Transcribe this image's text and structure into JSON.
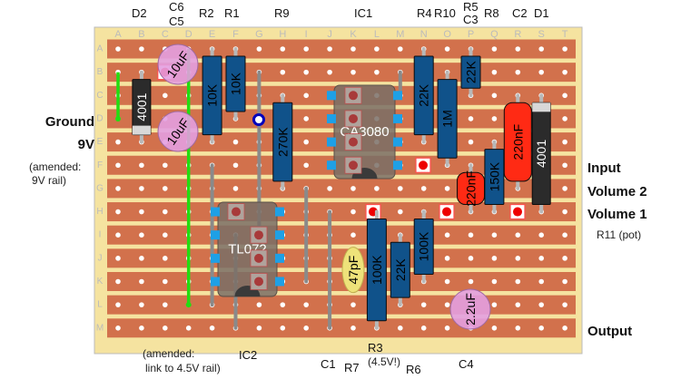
{
  "columns": [
    "A",
    "B",
    "C",
    "D",
    "E",
    "F",
    "G",
    "H",
    "I",
    "J",
    "K",
    "L",
    "M",
    "N",
    "O",
    "P",
    "Q",
    "R",
    "S",
    "T"
  ],
  "rows": [
    "A",
    "B",
    "C",
    "D",
    "E",
    "F",
    "G",
    "H",
    "I",
    "J",
    "K",
    "L",
    "M"
  ],
  "colors": {
    "board": "#f5e3a0",
    "strip": "#d2714c",
    "hole": "#ffffff",
    "resistor": "#10528a",
    "diode": "#2b2b2b",
    "electrolytic": "#e39ee0",
    "film_cap": "#ff2a14",
    "ceramic_cap": "#eee27a",
    "ic": "#7a6f66",
    "link_green": "#22dd11",
    "wire": "#8a8a8a"
  },
  "top_labels": {
    "d2": "D2",
    "c6": "C6",
    "c5": "C5",
    "r2": "R2",
    "r1": "R1",
    "r9": "R9",
    "ic1": "IC1",
    "r4": "R4",
    "r10": "R10",
    "r5": "R5",
    "c3": "C3",
    "r8": "R8",
    "c2": "C2",
    "d1": "D1"
  },
  "left_labels": {
    "ground": "Ground",
    "v9": "9V",
    "amended_1": "(amended:",
    "amended_2": "9V rail)"
  },
  "right_labels": {
    "input": "Input",
    "volume2": "Volume 2",
    "volume1": "Volume 1",
    "r11": "R11 (pot)",
    "output": "Output"
  },
  "bottom_labels": {
    "amended_1": "(amended:",
    "amended_2": "link to 4.5V rail)",
    "ic2": "IC2",
    "c1": "C1",
    "r7": "R7",
    "r3": "R3",
    "r3_note": "(4.5V!)",
    "r6": "R6",
    "c4": "C4"
  },
  "components": [
    {
      "id": "R2",
      "type": "resistor",
      "value": "10K",
      "col": "E",
      "from": "A",
      "to": "E"
    },
    {
      "id": "R1",
      "type": "resistor",
      "value": "10K",
      "col": "F",
      "from": "A",
      "to": "D"
    },
    {
      "id": "R9",
      "type": "resistor",
      "value": "270K",
      "col": "H",
      "from": "C",
      "to": "G"
    },
    {
      "id": "R4",
      "type": "resistor",
      "value": "22K",
      "col": "N",
      "from": "A",
      "to": "E"
    },
    {
      "id": "R10",
      "type": "resistor",
      "value": "1M",
      "col": "O",
      "from": "B",
      "to": "F"
    },
    {
      "id": "R5",
      "type": "resistor",
      "value": "22K",
      "col": "P",
      "from": "A",
      "to": "C"
    },
    {
      "id": "R8",
      "type": "resistor",
      "value": "150K",
      "col": "Q",
      "from": "E",
      "to": "H"
    },
    {
      "id": "R7",
      "type": "resistor",
      "value": "100K",
      "col": "L",
      "from": "H",
      "to": "M"
    },
    {
      "id": "R6",
      "type": "resistor",
      "value": "22K",
      "col": "M",
      "from": "I",
      "to": "L"
    },
    {
      "id": "R3",
      "type": "resistor",
      "value": "100K",
      "col": "N",
      "from": "H",
      "to": "K"
    },
    {
      "id": "D2",
      "type": "diode",
      "value": "4001",
      "col": "B",
      "from": "B",
      "to": "E"
    },
    {
      "id": "D1",
      "type": "diode",
      "value": "4001",
      "col": "S",
      "from": "C",
      "to": "H"
    },
    {
      "id": "C6",
      "type": "electrolytic",
      "value": "10uF",
      "col": "C",
      "row": "A"
    },
    {
      "id": "C5",
      "type": "electrolytic",
      "value": "10uF",
      "col": "C",
      "row": "D"
    },
    {
      "id": "C4",
      "type": "electrolytic",
      "value": "2.2uF",
      "col": "P",
      "row": "L"
    },
    {
      "id": "C3",
      "type": "film",
      "value": "220nF",
      "col": "R",
      "from": "C",
      "to": "G"
    },
    {
      "id": "C2",
      "type": "film",
      "value": "220nF",
      "col": "P",
      "from": "F",
      "to": "H"
    },
    {
      "id": "C1",
      "type": "ceramic",
      "value": "47pF",
      "col": "K",
      "from": "J",
      "to": "K"
    },
    {
      "id": "IC1",
      "type": "ic",
      "value": "CA3080"
    },
    {
      "id": "IC2",
      "type": "ic",
      "value": "TL072"
    }
  ]
}
